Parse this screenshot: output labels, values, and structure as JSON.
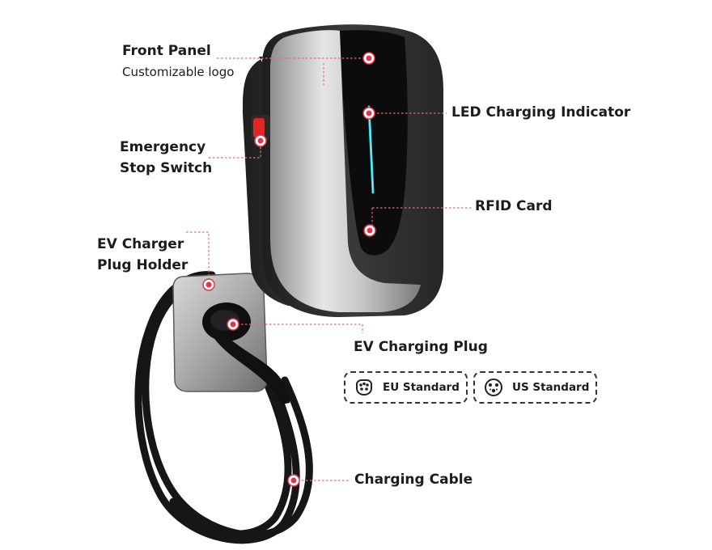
{
  "labels": {
    "front_panel": "Front Panel",
    "front_panel_sub": "Customizable logo",
    "led_indicator": "LED Charging Indicator",
    "emergency_line1": "Emergency",
    "emergency_line2": "Stop Switch",
    "rfid": "RFID Card",
    "plug_holder_line1": "EV Charger",
    "plug_holder_line2": "Plug Holder",
    "charging_plug": "EV Charging Plug",
    "charging_cable": "Charging Cable"
  },
  "standards": [
    {
      "label": "EU Standard",
      "icon": "type2-socket-icon"
    },
    {
      "label": "US  Standard",
      "icon": "type1-socket-icon"
    }
  ],
  "colors": {
    "marker": "#e2374b",
    "leader": "#e36b78",
    "led": "#27d3e6",
    "body_dark": "#2b2b2b",
    "panel_silver": "#c9c9c9"
  }
}
